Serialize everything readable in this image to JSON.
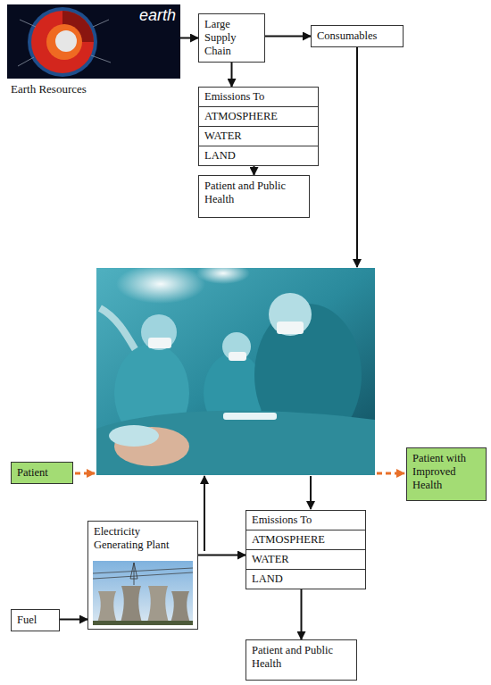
{
  "diagram": {
    "nodes": [
      {
        "text": [
          "Earth Resources"
        ]
      },
      {
        "text": [
          "Large Supply Chain"
        ]
      },
      {
        "text": [
          "Consumables"
        ]
      },
      {
        "text": [
          "Emissions To",
          "ATMOSPHERE",
          "WATER",
          "LAND"
        ]
      },
      {
        "text": [
          "Patient and Public Health"
        ]
      },
      {
        "text": [
          "Patient"
        ]
      },
      {
        "text": [
          "Patient with Improved Health"
        ]
      },
      {
        "text": [
          "Electricity Generating Plant"
        ]
      },
      {
        "text": [
          "Fuel"
        ]
      },
      {
        "text": [
          "Emissions To",
          "ATMOSPHERE",
          "WATER",
          "LAND"
        ]
      },
      {
        "text": [
          "Patient and Public Health"
        ]
      }
    ],
    "edges": [
      {
        "from": 0,
        "to": 1,
        "arrow": "to"
      },
      {
        "from": 1,
        "to": 2,
        "arrow": "to"
      },
      {
        "from": 1,
        "to": 3,
        "arrow": "to"
      },
      {
        "from": 3,
        "to": 4,
        "arrow": "to"
      },
      {
        "from": 8,
        "to": 7,
        "arrow": "to"
      },
      {
        "from": 7,
        "to": 9,
        "arrow": "to"
      },
      {
        "from": 9,
        "to": 10,
        "arrow": "to"
      }
    ],
    "labels": [
      "earth"
    ]
  }
}
